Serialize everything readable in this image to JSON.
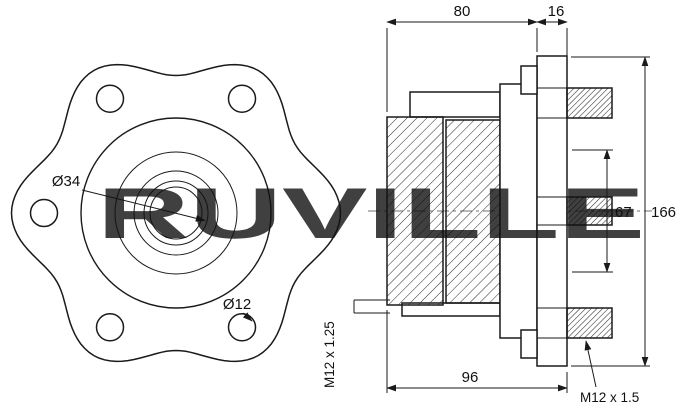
{
  "watermark": {
    "text": "RUVILLE",
    "color": "#c9c9c9"
  },
  "colors": {
    "line": "#1a1a1a",
    "background": "#ffffff"
  },
  "front_view": {
    "bore_diameter_label": "Ø34",
    "bolt_hole_diameter_label": "Ø12"
  },
  "side_view": {
    "dim_hub_depth": "80",
    "dim_flange_offset": "16",
    "dim_pilot_height": "67",
    "dim_flange_height": "166",
    "dim_total_depth": "96",
    "thread_spec_hub": "M12 x 1.25",
    "thread_spec_stud": "M12 x 1.5"
  }
}
